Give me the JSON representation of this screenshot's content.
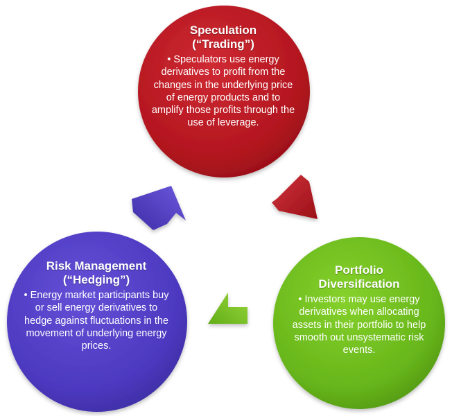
{
  "nodes": {
    "speculation": {
      "title_line1": "Speculation",
      "title_line2": "(“Trading”)",
      "body": "• Speculators use energy derivatives to profit from the changes in the underlying price of energy products and to amplify those profits through the use of leverage.",
      "color": "#b5151f"
    },
    "portfolio": {
      "title_line1": "Portfolio",
      "title_line2": "Diversification",
      "body": "• Investors may use energy derivatives when allocating assets in their portfolio to help smooth out unsystematic risk events.",
      "color": "#6ab81b"
    },
    "hedging": {
      "title_line1": "Risk Management",
      "title_line2": "(“Hedging”)",
      "body": "• Energy market participants buy or sell energy derivatives to hedge against fluctuations in the movement of underlying energy prices.",
      "color": "#4f3cc4"
    }
  },
  "arrows": {
    "speculation_to_portfolio": {
      "color": "#b5151f"
    },
    "portfolio_to_hedging": {
      "color": "#7cc21c"
    },
    "hedging_to_speculation": {
      "color": "#4f3cc4"
    }
  }
}
